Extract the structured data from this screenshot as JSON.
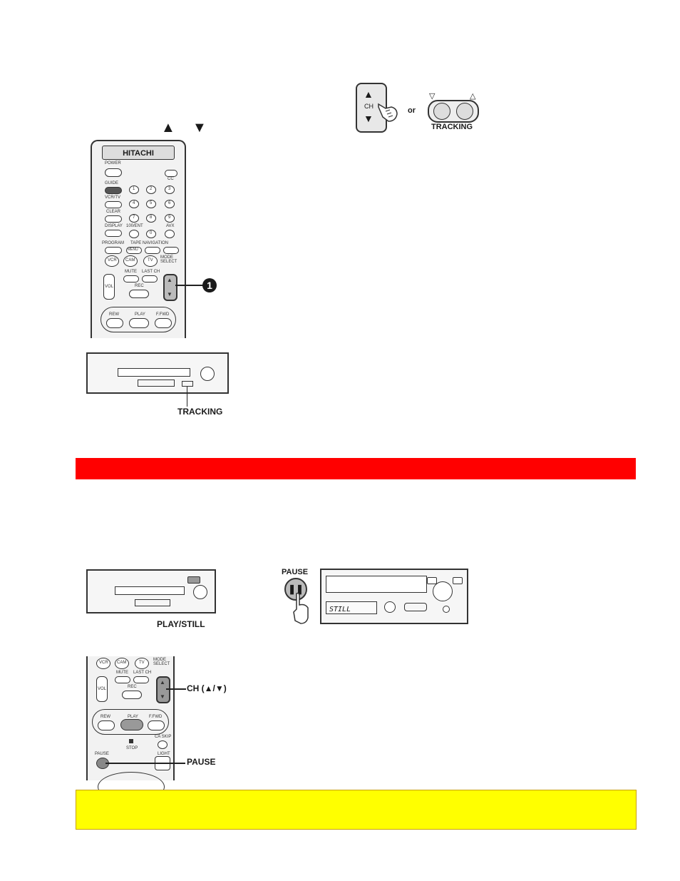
{
  "tracking_step": {
    "arrow_up": "▲",
    "arrow_down": "▼",
    "remote_brand": "HITACHI",
    "callout_number": "1",
    "vcr_label": "TRACKING",
    "ch_label": "CH",
    "or_text": "or",
    "tracking_buttons_label": "TRACKING",
    "remote_buttons": {
      "power": "POWER",
      "cc": "CC",
      "guide": "GUIDE",
      "vcr_tv": "VCR/TV",
      "clear": "CLEAR",
      "display": "DISPLAY",
      "plus100": "100/ENT",
      "avx": "AVX",
      "program": "PROGRAM",
      "tape_nav": "TAPE NAVIGATION",
      "menu": "MENU",
      "vcr": "VCR",
      "cam": "CAM",
      "tv": "TV",
      "mode_select": "MODE SELECT",
      "mute": "MUTE",
      "last_ch": "LAST CH",
      "rec": "REC",
      "vol": "VOL",
      "rew": "REW",
      "play": "PLAY",
      "ffwd": "F.FWD",
      "digits": [
        "1",
        "2",
        "3",
        "4",
        "5",
        "6",
        "7",
        "8",
        "9",
        "0"
      ]
    }
  },
  "colors": {
    "red_bar": "#ff0000",
    "yellow_box": "#ffff00"
  },
  "still_step": {
    "vcr_label": "PLAY/STILL",
    "pause_label": "PAUSE",
    "display_text": "STILL",
    "remote_ch_label": "CH (▲/▼)",
    "remote_pause_label": "PAUSE",
    "remote_buttons": {
      "vcr": "VCR",
      "cam": "CAM",
      "tv": "TV",
      "mode_select": "MODE SELECT",
      "mute": "MUTE",
      "last_ch": "LAST CH",
      "rec": "REC",
      "vol": "VOL",
      "rew": "REW",
      "play": "PLAY",
      "ffwd": "F.FWD",
      "stop": "STOP",
      "ca_skip": "CA SKIP",
      "pause": "PAUSE",
      "light": "LIGHT"
    }
  }
}
